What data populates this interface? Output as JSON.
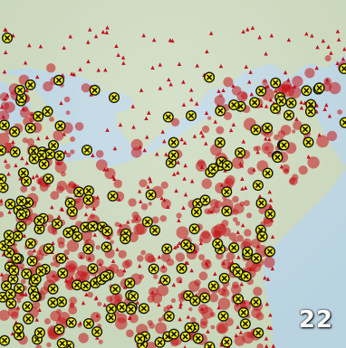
{
  "map": {
    "frame_label": "22",
    "colors": {
      "water": "#b9d3e0",
      "water_light": "#d7e6ec",
      "land": "#c8d6b9",
      "land_dark": "#a8b995",
      "density": "#c5161c",
      "triangle": "#c1121f",
      "marker_fill": "#f5f01a",
      "marker_ring": "#111111",
      "marker_x": "#111111"
    },
    "layers": [
      {
        "name": "background-water"
      },
      {
        "name": "land"
      },
      {
        "name": "red-density-fill"
      },
      {
        "name": "triangle-markers",
        "symbol": "triangle-icon"
      },
      {
        "name": "cross-circle-markers",
        "symbol": "x-circle-icon"
      }
    ]
  }
}
